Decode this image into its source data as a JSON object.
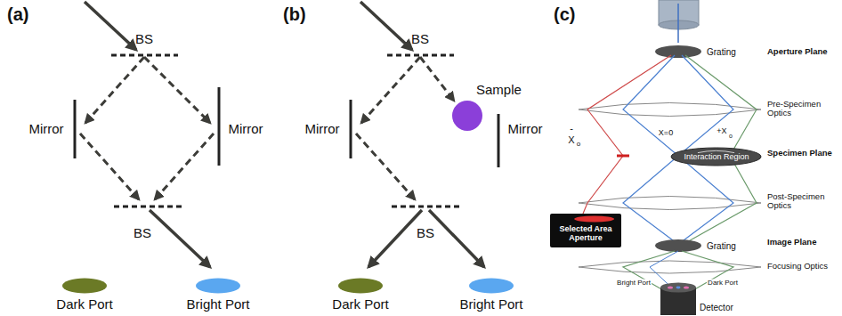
{
  "diagram": {
    "nodes": [
      {
        "text": [
          "Dark Port"
        ]
      },
      {
        "text": [
          "Bright Port"
        ]
      },
      {
        "text": [
          "Sample"
        ]
      },
      {
        "text": [
          "Dark Port"
        ]
      },
      {
        "text": [
          "Bright Port"
        ]
      },
      {
        "text": [
          "Interaction Region"
        ]
      },
      {
        "text": [
          "Selected Area Aperture"
        ]
      },
      {
        "text": [
          "Detector"
        ]
      }
    ],
    "labels": [
      "(a)",
      "BS",
      "Mirror",
      "Mirror",
      "BS",
      "(b)",
      "BS",
      "Mirror",
      "Mirror",
      "BS",
      "(c)",
      "Grating",
      "Aperture Plane",
      "Pre-Specimen Optics",
      "-",
      "X",
      "o",
      "X=0",
      "+X",
      "o",
      "Specimen Plane",
      "Post-Specimen Optics",
      "Grating",
      "Image Plane",
      "Focusing Optics",
      "Bright Port",
      "Dark Port"
    ]
  }
}
